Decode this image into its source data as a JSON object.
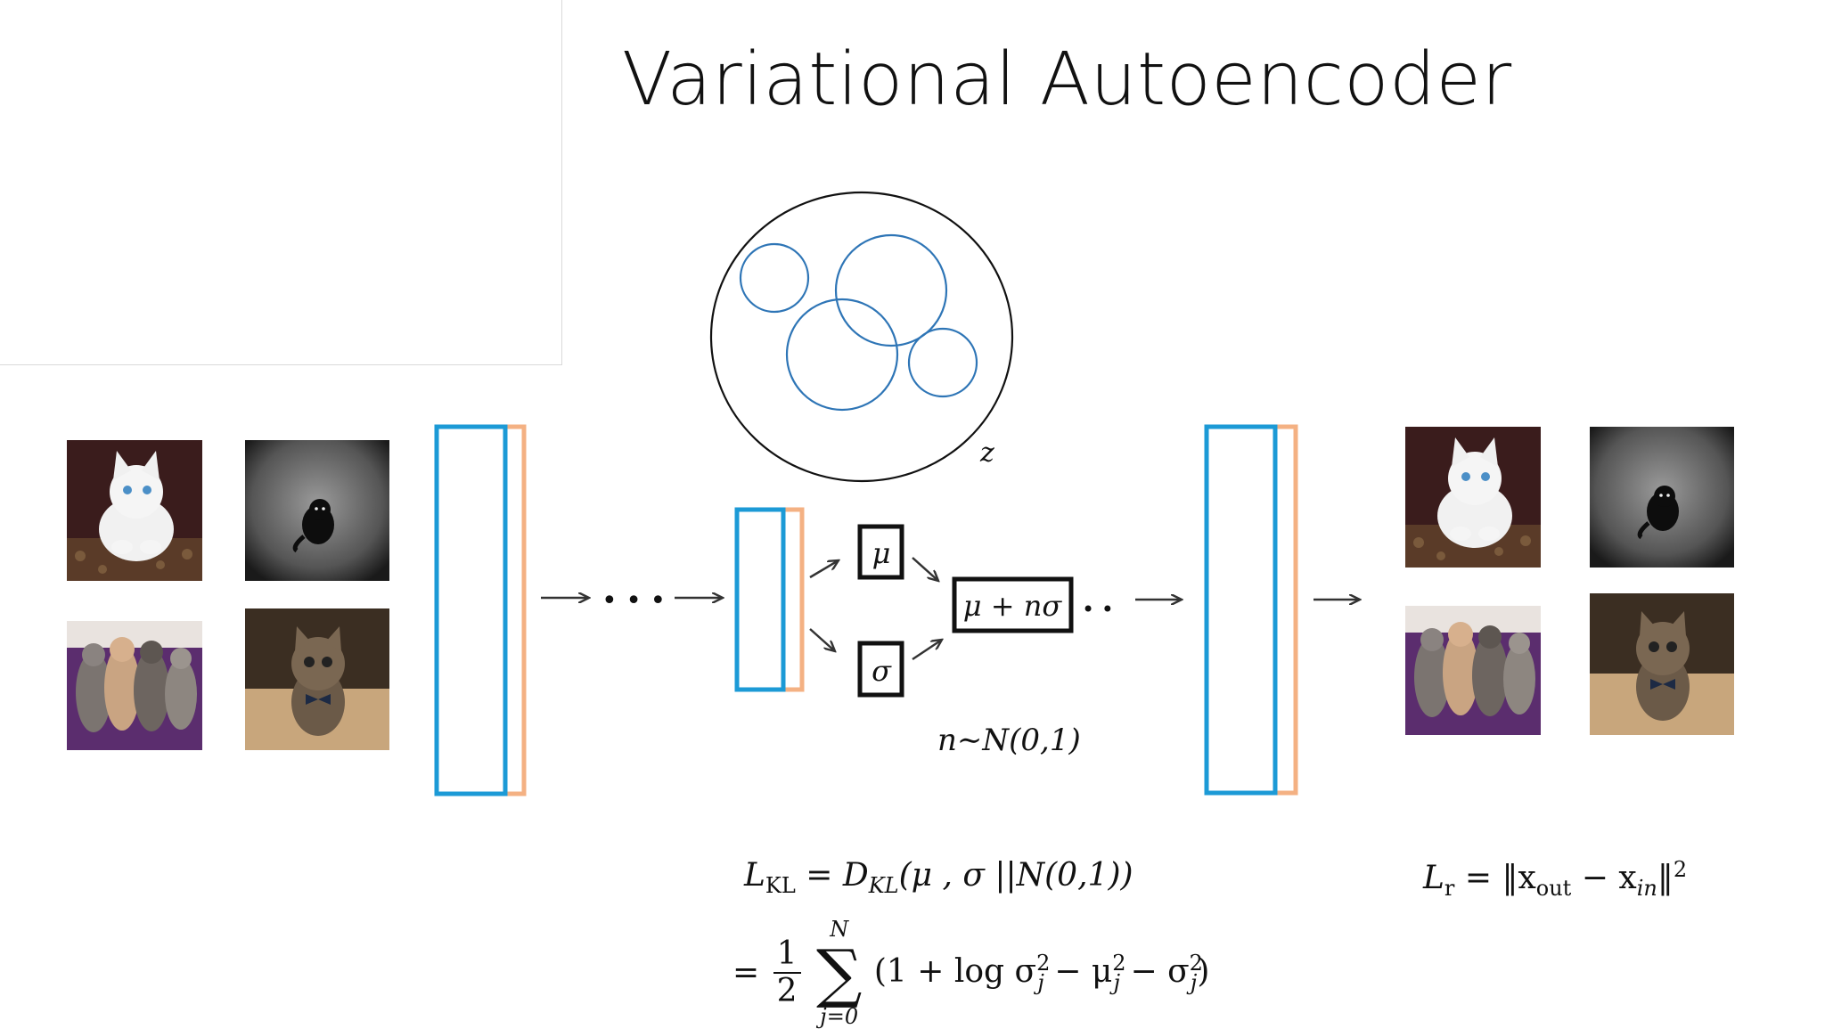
{
  "title": "Variational Autoencoder",
  "diagram": {
    "latent_label": "z",
    "mu_label": "μ",
    "sigma_label": "σ",
    "sample_label": "μ + nσ",
    "dots_left": "•  •  •",
    "dots_right": "• •",
    "noise_label": "n∼N(0,1)"
  },
  "equations": {
    "kl_lhs": "L",
    "kl_lhs_sub": "KL",
    "kl_rhs_D": "D",
    "kl_rhs_D_sub": "KL",
    "kl_rhs_args": "(μ , σ ||N(0,1))",
    "kl_line2_prefix": "=",
    "kl_frac_num": "1",
    "kl_frac_den": "2",
    "kl_sum_upper": "N",
    "kl_sum_lower": "j=0",
    "kl_line2_body": "(1 + log σ",
    "kl_line2_mid1": " − μ",
    "kl_line2_mid2": " − σ",
    "kl_sub_j": "j",
    "kl_sup_2": "2",
    "kl_close": ")",
    "rec_lhs": "L",
    "rec_lhs_sub": "r",
    "rec_rhs_open": "= ‖x",
    "rec_sub_out": "out",
    "rec_minus": " − x",
    "rec_sub_in": "in",
    "rec_close": "‖",
    "rec_sup": "2"
  },
  "colors": {
    "layer_blue": "#1c9ad6",
    "layer_orange": "#f4b183",
    "circle_blue": "#2e75b6",
    "line": "#333333"
  }
}
